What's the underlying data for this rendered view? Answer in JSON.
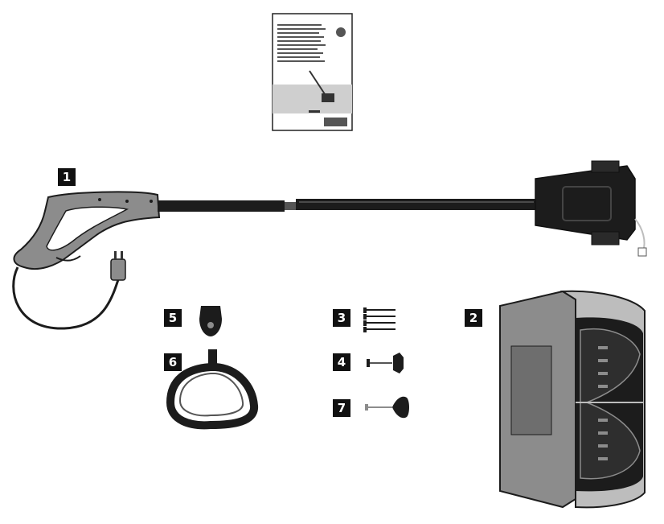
{
  "labels": {
    "handle_assembly": "1",
    "motor_housing": "2",
    "screws": "3",
    "bolt_knob_small": "4",
    "clip": "5",
    "auxiliary_handle": "6",
    "bolt_knob_large": "7"
  },
  "colors": {
    "label_bg": "#111111",
    "label_text": "#ffffff",
    "part_dark": "#1c1c1c",
    "part_grey": "#8c8c8c",
    "part_light": "#bdbdbd"
  },
  "icons": {
    "manual": "manual-booklet-icon",
    "handle": "pistol-grip-handle-icon",
    "housing": "motor-housing-icon",
    "screws": "screws-icon",
    "bolt_small": "bolt-with-knob-icon",
    "bolt_large": "bolt-with-large-knob-icon",
    "clip": "clip-icon",
    "aux_handle": "auxiliary-handle-icon"
  }
}
